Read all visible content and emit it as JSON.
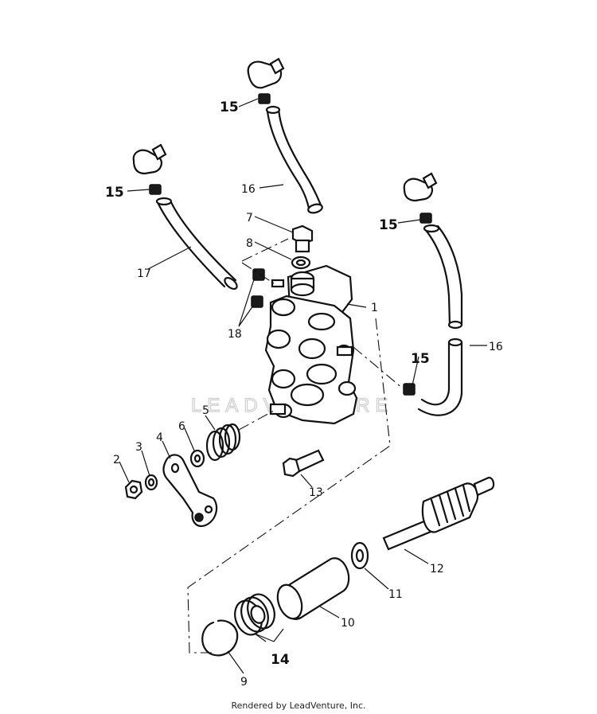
{
  "watermark": "LEADVENTURE",
  "footer": "Rendered by LeadVenture, Inc.",
  "callouts": {
    "c1": "1",
    "c2": "2",
    "c3": "3",
    "c4": "4",
    "c5": "5",
    "c6": "6",
    "c7": "7",
    "c8": "8",
    "c9": "9",
    "c10": "10",
    "c11": "11",
    "c12": "12",
    "c13": "13",
    "c14": "14",
    "c15a": "15",
    "c15b": "15",
    "c15c": "15",
    "c15d": "15",
    "c16a": "16",
    "c16b": "16",
    "c17": "17",
    "c18": "18"
  }
}
